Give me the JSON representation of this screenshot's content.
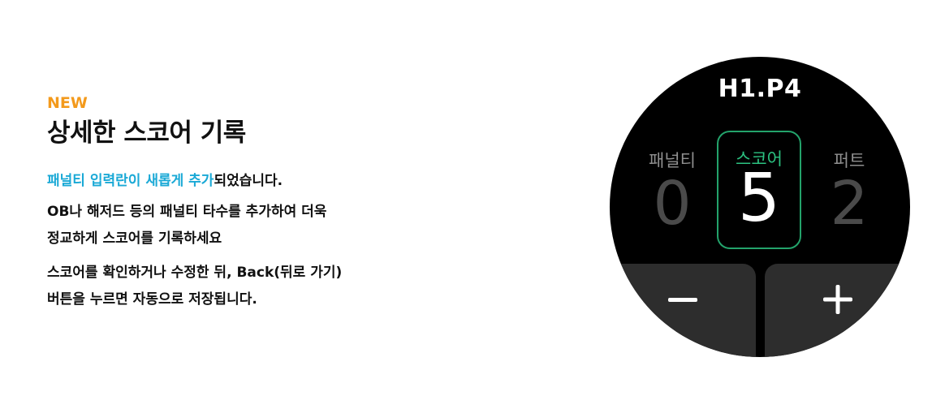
{
  "text": {
    "badge": "NEW",
    "headline": "상세한 스코어 기록",
    "lead_highlight": "패널티 입력란이 새롭게 추가",
    "lead_rest": "되었습니다.",
    "para1_line1": "OB나 해저드 등의 패널티 타수를 추가하여 더욱",
    "para1_line2": "정교하게 스코어를 기록하세요",
    "para2_line1": "스코어를 확인하거나 수정한 뒤, Back(뒤로 가기)",
    "para2_line2": "버튼을 누르면 자동으로 저장됩니다."
  },
  "watch": {
    "hole_par": "H1.P4",
    "penalty": {
      "label": "패널티",
      "value": "0"
    },
    "score": {
      "label": "스코어",
      "value": "5"
    },
    "putt": {
      "label": "퍼트",
      "value": "2"
    },
    "minus_icon": "minus-icon",
    "plus_icon": "plus-icon"
  },
  "colors": {
    "badge": "#f39a1c",
    "highlight": "#1aa9d6",
    "score_accent": "#2cc281",
    "watch_bg": "#000000",
    "button_bg": "#2d2d2d"
  }
}
